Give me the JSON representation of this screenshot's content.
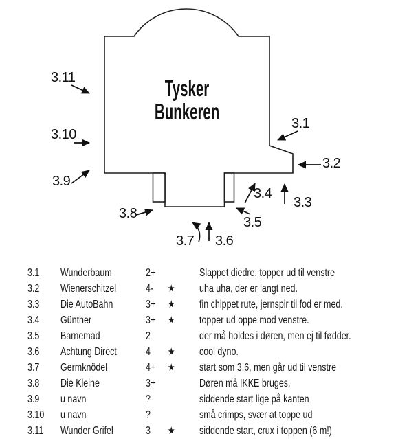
{
  "diagram": {
    "title_line1": "Tysker",
    "title_line2": "Bunkeren",
    "labels": [
      {
        "text": "3.1"
      },
      {
        "text": "3.2"
      },
      {
        "text": "3.3"
      },
      {
        "text": "3.4"
      },
      {
        "text": "3.5"
      },
      {
        "text": "3.6"
      },
      {
        "text": "3.7"
      },
      {
        "text": "3.8"
      },
      {
        "text": "3.9"
      },
      {
        "text": "3.10"
      },
      {
        "text": "3.11"
      }
    ]
  },
  "routes": {
    "rows": [
      {
        "number": "3.1",
        "name": "Wunderbaum",
        "grade": "2+",
        "star": "",
        "description": "Slappet diedre, topper ud til venstre"
      },
      {
        "number": "3.2",
        "name": "Wienerschitzel",
        "grade": "4-",
        "star": "★",
        "description": "uha uha, der er langt ned."
      },
      {
        "number": "3.3",
        "name": "Die AutoBahn",
        "grade": "3+",
        "star": "★",
        "description": "fin chippet rute, jernspir til fod er med."
      },
      {
        "number": "3.4",
        "name": "Günther",
        "grade": "3+",
        "star": "★",
        "description": "topper ud oppe mod venstre."
      },
      {
        "number": "3.5",
        "name": "Barnemad",
        "grade": "2",
        "star": "",
        "description": "der må holdes i døren, men ej til fødder."
      },
      {
        "number": "3.6",
        "name": "Achtung Direct",
        "grade": "4",
        "star": "★",
        "description": "cool dyno."
      },
      {
        "number": "3.7",
        "name": "Germknödel",
        "grade": "4+",
        "star": "★",
        "description": "start som 3.6, men går ud til venstre"
      },
      {
        "number": "3.8",
        "name": "Die Kleine",
        "grade": "3+",
        "star": "",
        "description": "Døren må IKKE bruges."
      },
      {
        "number": "3.9",
        "name": "u navn",
        "grade": "?",
        "star": "",
        "description": "siddende start lige på kanten"
      },
      {
        "number": "3.10",
        "name": "u navn",
        "grade": "?",
        "star": "",
        "description": "små crimps, svær at toppe ud"
      },
      {
        "number": "3.11",
        "name": "Wunder Grifel",
        "grade": "3",
        "star": "★",
        "description": "siddende start, crux i toppen (6 m!)"
      }
    ]
  }
}
